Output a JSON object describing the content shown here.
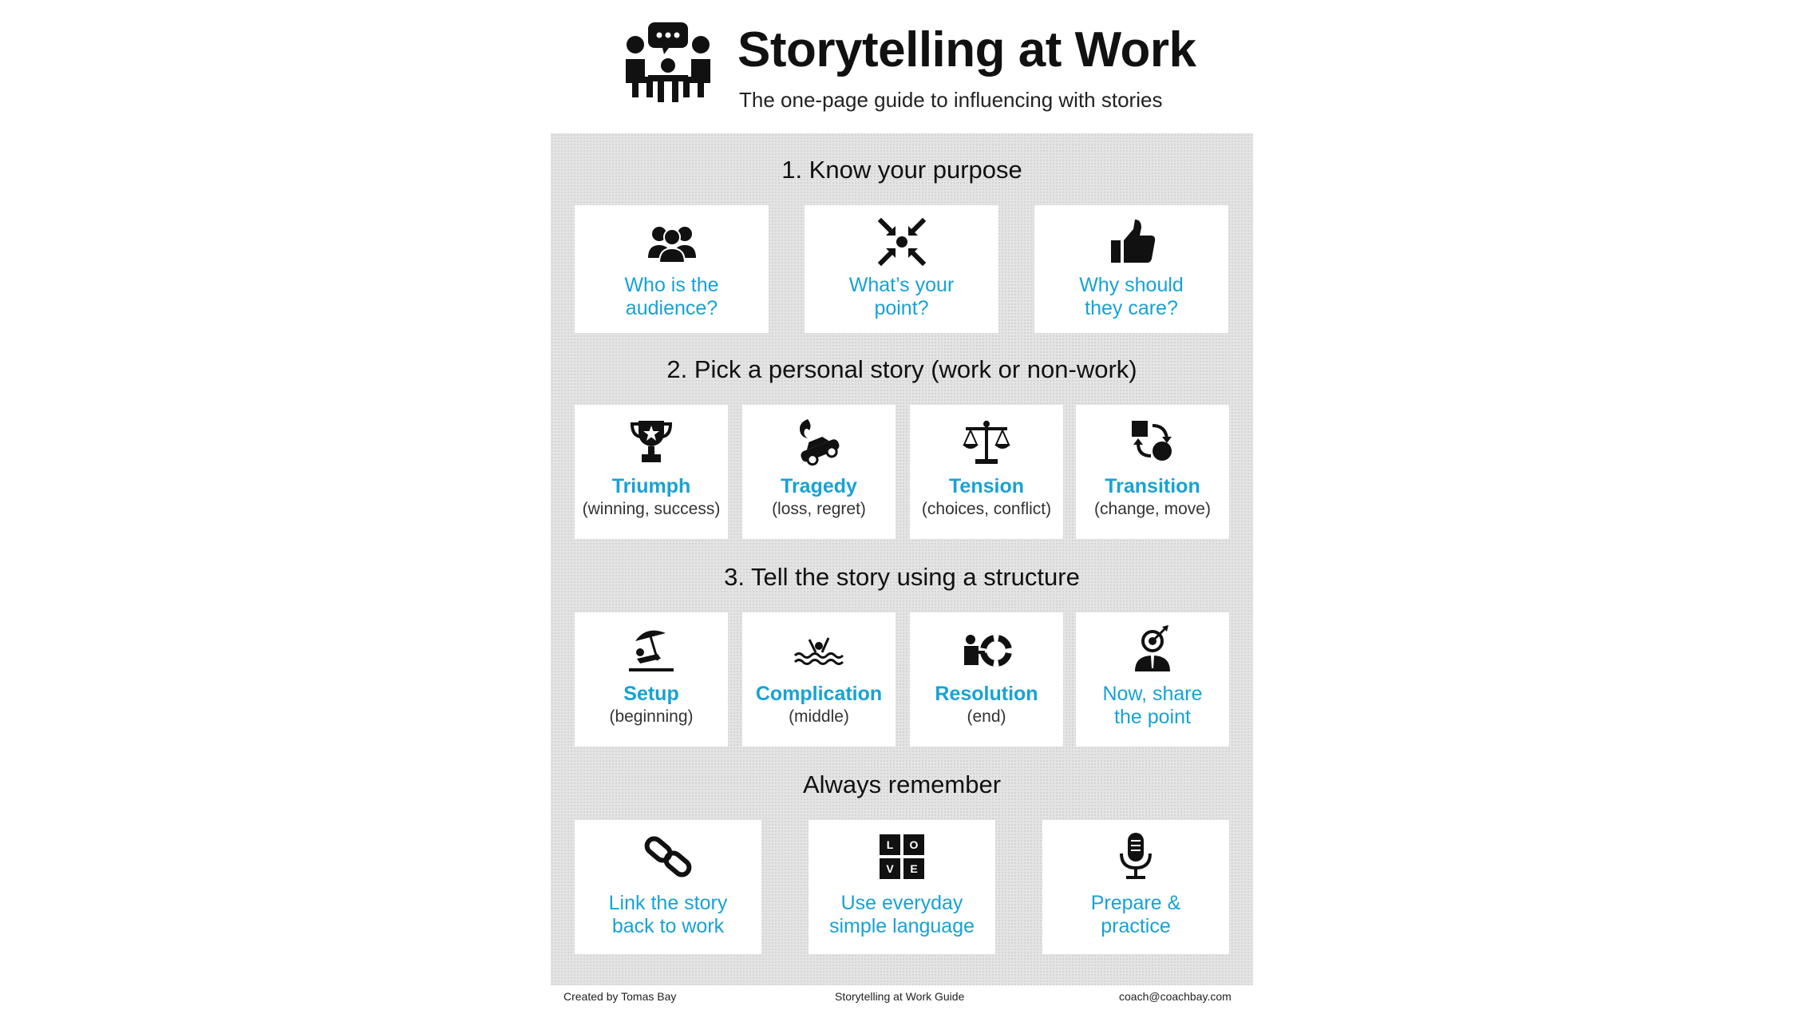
{
  "header": {
    "title": "Storytelling at Work",
    "subtitle": "The one-page guide to influencing with stories",
    "logo_icon": "people-chat-icon"
  },
  "sections": {
    "purpose": {
      "title": "1. Know your purpose",
      "cards": [
        {
          "icon": "group-icon",
          "line1": "Who is the",
          "line2": "audience?"
        },
        {
          "icon": "arrows-converge-icon",
          "line1": "What’s your",
          "line2": "point?"
        },
        {
          "icon": "thumbs-up-icon",
          "line1": "Why should",
          "line2": "they care?"
        }
      ]
    },
    "story": {
      "title": "2. Pick a personal story (work or non-work)",
      "cards": [
        {
          "icon": "trophy-icon",
          "label": "Triumph",
          "sub": "(winning, success)"
        },
        {
          "icon": "car-crash-icon",
          "label": "Tragedy",
          "sub": "(loss, regret)"
        },
        {
          "icon": "scales-icon",
          "label": "Tension",
          "sub": "(choices, conflict)"
        },
        {
          "icon": "shapes-transition-icon",
          "label": "Transition",
          "sub": "(change, move)"
        }
      ]
    },
    "structure": {
      "title": "3. Tell the story using a structure",
      "cards": [
        {
          "icon": "beach-umbrella-icon",
          "label": "Setup",
          "sub": "(beginning)"
        },
        {
          "icon": "drowning-icon",
          "label": "Complication",
          "sub": "(middle)"
        },
        {
          "icon": "lifebuoy-icon",
          "label": "Resolution",
          "sub": "(end)"
        },
        {
          "icon": "target-head-icon",
          "line1": "Now, share",
          "line2": "the point"
        }
      ]
    },
    "remember": {
      "title": "Always remember",
      "cards": [
        {
          "icon": "chain-link-icon",
          "line1": "Link the story",
          "line2": "back to work"
        },
        {
          "icon": "love-blocks-icon",
          "line1": "Use everyday",
          "line2": "simple language",
          "letters": [
            "L",
            "O",
            "V",
            "E"
          ]
        },
        {
          "icon": "microphone-icon",
          "line1": "Prepare &",
          "line2": "practice"
        }
      ]
    }
  },
  "footer": {
    "left": "Created by Tomas Bay",
    "center": "Storytelling at Work Guide",
    "right": "coach@coachbay.com"
  },
  "colors": {
    "accent": "#17a2d5",
    "panel": "#e4e4e4",
    "text": "#111111"
  }
}
